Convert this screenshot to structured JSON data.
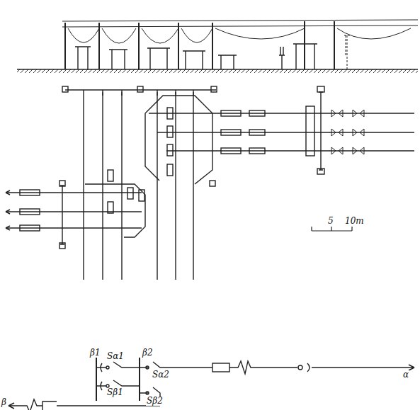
{
  "diagram": {
    "labels": [
      "5",
      "10m",
      "β1",
      "Sα1",
      "β2",
      "Sα2",
      "Sβ1",
      "Sβ2",
      "α",
      "β"
    ]
  }
}
